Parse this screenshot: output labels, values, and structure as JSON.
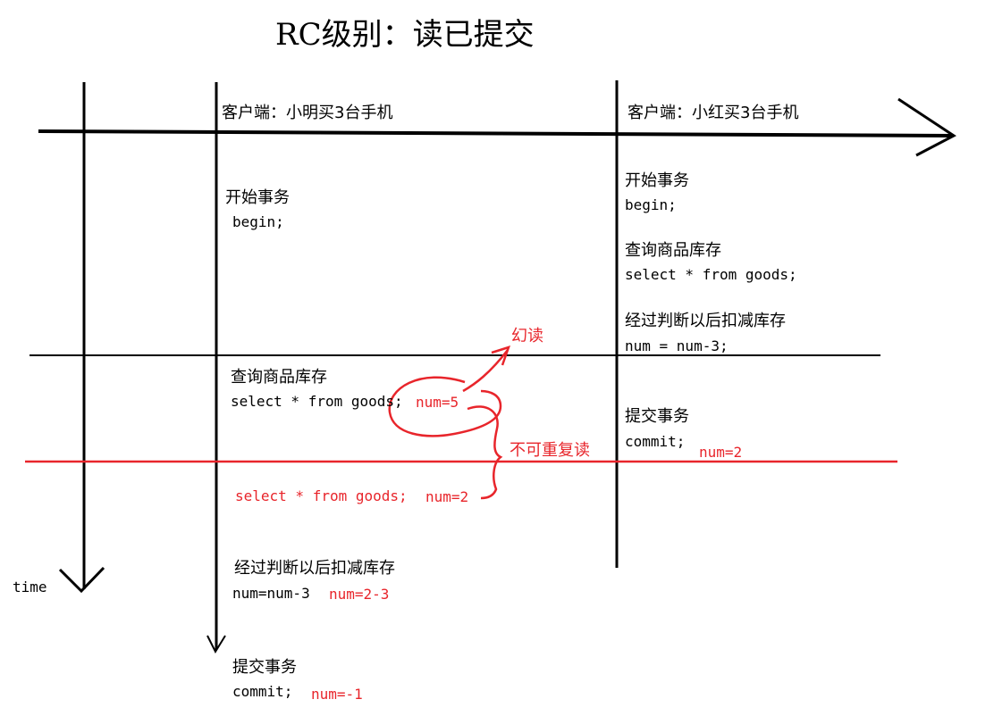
{
  "title": "RC级别：读已提交",
  "time_label": "time",
  "client_a": {
    "header": "客户端：小明买3台手机",
    "begin_title": "开始事务",
    "begin_sql": "begin;",
    "query_title": "查询商品库存",
    "query_sql": "select * from goods;",
    "query_result": "num=5",
    "requery_sql": "select * from goods;",
    "requery_result": "num=2",
    "deduct_title": "经过判断以后扣减库存",
    "deduct_sql": "num=num-3",
    "deduct_result": "num=2-3",
    "commit_title": "提交事务",
    "commit_sql": "commit;",
    "commit_result": "num=-1"
  },
  "client_b": {
    "header": "客户端：小红买3台手机",
    "begin_title": "开始事务",
    "begin_sql": "begin;",
    "query_title": "查询商品库存",
    "query_sql": "select * from goods;",
    "deduct_title": "经过判断以后扣减库存",
    "deduct_sql": "num = num-3;",
    "commit_title": "提交事务",
    "commit_sql": "commit;",
    "commit_result": "num=2"
  },
  "annotations": {
    "phantom_read": "幻读",
    "non_repeatable_read": "不可重复读"
  },
  "colors": {
    "ink": "#000000",
    "annotation": "#e8252b"
  }
}
